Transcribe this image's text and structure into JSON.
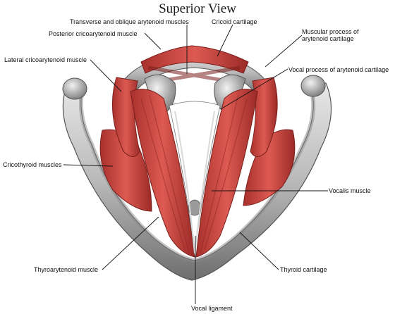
{
  "title": "Superior View",
  "labels": {
    "transverse_oblique": "Transverse and oblique arytenoid muscles",
    "cricoid": "Cricoid cartilage",
    "posterior_crico": "Posterior cricoarytenoid muscle",
    "muscular_process": "Muscular process of arytenoid cartilage",
    "lateral_crico": "Lateral cricoarytenoid muscle",
    "vocal_process": "Vocal process of arytenoid cartilage",
    "cricothyroid": "Cricothyroid muscles",
    "vocalis": "Vocalis muscle",
    "thyroarytenoid": "Thyroarytenoid muscle",
    "thyroid_cartilage": "Thyroid cartilage",
    "vocal_ligament": "Vocal ligament"
  },
  "colors": {
    "muscle": "#c8423f",
    "muscle_dark": "#8e2422",
    "cartilage": "#bdbdbd",
    "cartilage_dark": "#6f6f6f",
    "text": "#111111"
  }
}
